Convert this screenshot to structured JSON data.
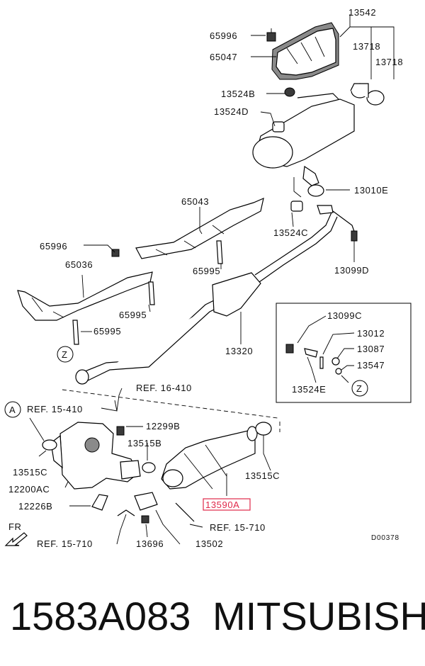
{
  "labels": {
    "l13542": "13542",
    "l65996a": "65996",
    "l13718a": "13718",
    "l13718b": "13718",
    "l65047": "65047",
    "l13524b": "13524B",
    "l13524d": "13524D",
    "l13010e": "13010E",
    "l65043": "65043",
    "l13524c": "13524C",
    "l65996b": "65996",
    "l65036": "65036",
    "l65995a": "65995",
    "l13099d": "13099D",
    "l65995b": "65995",
    "l65995c": "65995",
    "l13320": "13320",
    "l13099c": "13099C",
    "l13012": "13012",
    "l13087": "13087",
    "l13547": "13547",
    "l13524e": "13524E",
    "ref16410": "REF. 16-410",
    "ref15410": "REF. 15-410",
    "l12299b": "12299B",
    "l13515b": "13515B",
    "l13515c_left": "13515C",
    "l13515c_right": "13515C",
    "l12200ac": "12200AC",
    "l12226b": "12226B",
    "l13590a": "13590A",
    "ref15710_right": "REF. 15-710",
    "ref15710_left": "REF. 15-710",
    "l13696": "13696",
    "l13502": "13502",
    "fr": "FR",
    "code": "D00378",
    "callout_a": "A",
    "callout_z1": "Z",
    "callout_z2": "Z"
  },
  "footer": {
    "part_number": "1583A083",
    "brand": "MITSUBISHI"
  },
  "colors": {
    "highlight": "#e0284a"
  }
}
